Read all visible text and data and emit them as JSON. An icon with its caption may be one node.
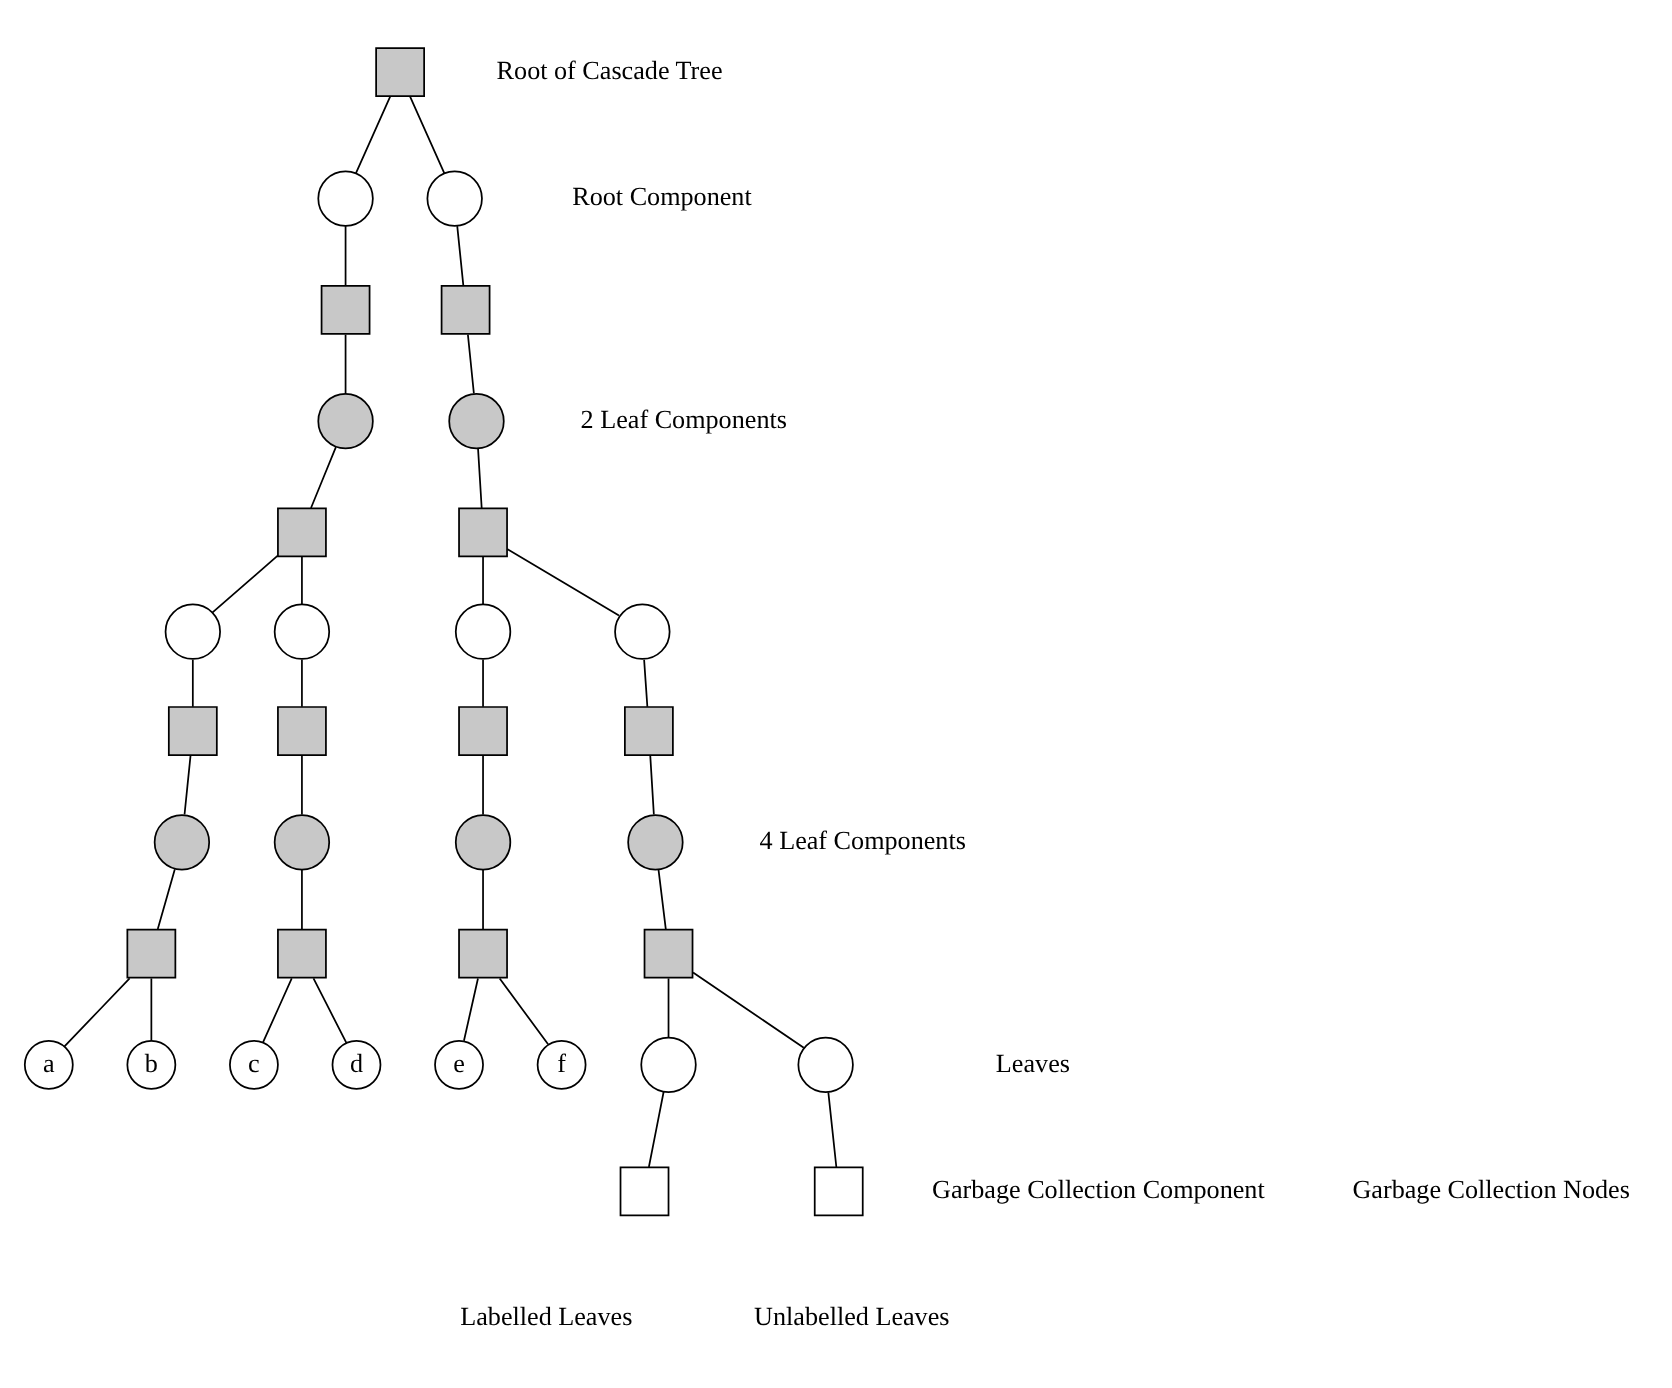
{
  "diagram": {
    "nodes": [
      {
        "text": [],
        "shape": "box"
      },
      {
        "text": [],
        "shape": "circle"
      },
      {
        "text": [],
        "shape": "circle"
      },
      {
        "text": [],
        "shape": "box"
      },
      {
        "text": [],
        "shape": "box"
      },
      {
        "text": [],
        "shape": "circle"
      },
      {
        "text": [],
        "shape": "circle"
      },
      {
        "text": [],
        "shape": "box"
      },
      {
        "text": [],
        "shape": "box"
      },
      {
        "text": [],
        "shape": "circle"
      },
      {
        "text": [],
        "shape": "circle"
      },
      {
        "text": [],
        "shape": "circle"
      },
      {
        "text": [],
        "shape": "circle"
      },
      {
        "text": [],
        "shape": "box"
      },
      {
        "text": [],
        "shape": "box"
      },
      {
        "text": [],
        "shape": "box"
      },
      {
        "text": [],
        "shape": "box"
      },
      {
        "text": [],
        "shape": "circle"
      },
      {
        "text": [],
        "shape": "circle"
      },
      {
        "text": [],
        "shape": "circle"
      },
      {
        "text": [],
        "shape": "circle"
      },
      {
        "text": [],
        "shape": "box"
      },
      {
        "text": [],
        "shape": "box"
      },
      {
        "text": [],
        "shape": "box"
      },
      {
        "text": [],
        "shape": "box"
      },
      {
        "text": [
          "a"
        ]
      },
      {
        "text": [
          "b"
        ]
      },
      {
        "text": [
          "c"
        ]
      },
      {
        "text": [
          "d"
        ]
      },
      {
        "text": [
          "e"
        ]
      },
      {
        "text": [
          "f"
        ]
      },
      {
        "text": [],
        "shape": "circle"
      },
      {
        "text": [],
        "shape": "circle"
      },
      {
        "text": [],
        "shape": "box"
      },
      {
        "text": [],
        "shape": "box"
      }
    ],
    "edges": [
      {
        "from": 0,
        "to": 1,
        "arrow": "none"
      },
      {
        "from": 0,
        "to": 2,
        "arrow": "none"
      },
      {
        "from": 1,
        "to": 3,
        "arrow": "none"
      },
      {
        "from": 2,
        "to": 4,
        "arrow": "none"
      },
      {
        "from": 3,
        "to": 5,
        "arrow": "none"
      },
      {
        "from": 4,
        "to": 6,
        "arrow": "none"
      },
      {
        "from": 5,
        "to": 7,
        "arrow": "none"
      },
      {
        "from": 6,
        "to": 8,
        "arrow": "none"
      },
      {
        "from": 7,
        "to": 9,
        "arrow": "none"
      },
      {
        "from": 7,
        "to": 10,
        "arrow": "none"
      },
      {
        "from": 8,
        "to": 11,
        "arrow": "none"
      },
      {
        "from": 8,
        "to": 12,
        "arrow": "none"
      },
      {
        "from": 9,
        "to": 13,
        "arrow": "none"
      },
      {
        "from": 10,
        "to": 14,
        "arrow": "none"
      },
      {
        "from": 11,
        "to": 15,
        "arrow": "none"
      },
      {
        "from": 12,
        "to": 16,
        "arrow": "none"
      },
      {
        "from": 13,
        "to": 17,
        "arrow": "none"
      },
      {
        "from": 14,
        "to": 18,
        "arrow": "none"
      },
      {
        "from": 15,
        "to": 19,
        "arrow": "none"
      },
      {
        "from": 16,
        "to": 20,
        "arrow": "none"
      },
      {
        "from": 17,
        "to": 21,
        "arrow": "none"
      },
      {
        "from": 18,
        "to": 22,
        "arrow": "none"
      },
      {
        "from": 19,
        "to": 23,
        "arrow": "none"
      },
      {
        "from": 20,
        "to": 24,
        "arrow": "none"
      },
      {
        "from": 21,
        "to": 25,
        "arrow": "none"
      },
      {
        "from": 21,
        "to": 26,
        "arrow": "none"
      },
      {
        "from": 22,
        "to": 27,
        "arrow": "none"
      },
      {
        "from": 22,
        "to": 28,
        "arrow": "none"
      },
      {
        "from": 23,
        "to": 29,
        "arrow": "none"
      },
      {
        "from": 23,
        "to": 30,
        "arrow": "none"
      },
      {
        "from": 24,
        "to": 31,
        "arrow": "none"
      },
      {
        "from": 24,
        "to": 32,
        "arrow": "none"
      },
      {
        "from": 31,
        "to": 33,
        "arrow": "none"
      },
      {
        "from": 32,
        "to": 34,
        "arrow": "none"
      }
    ],
    "labels": [
      "Root of Cascade Tree",
      "Root Component",
      "2 Leaf Components",
      "4 Leaf Components",
      "Leaves",
      "Garbage Collection Nodes",
      "Garbage Collection Component",
      "Labelled Leaves",
      "Unlabelled Leaves"
    ]
  }
}
